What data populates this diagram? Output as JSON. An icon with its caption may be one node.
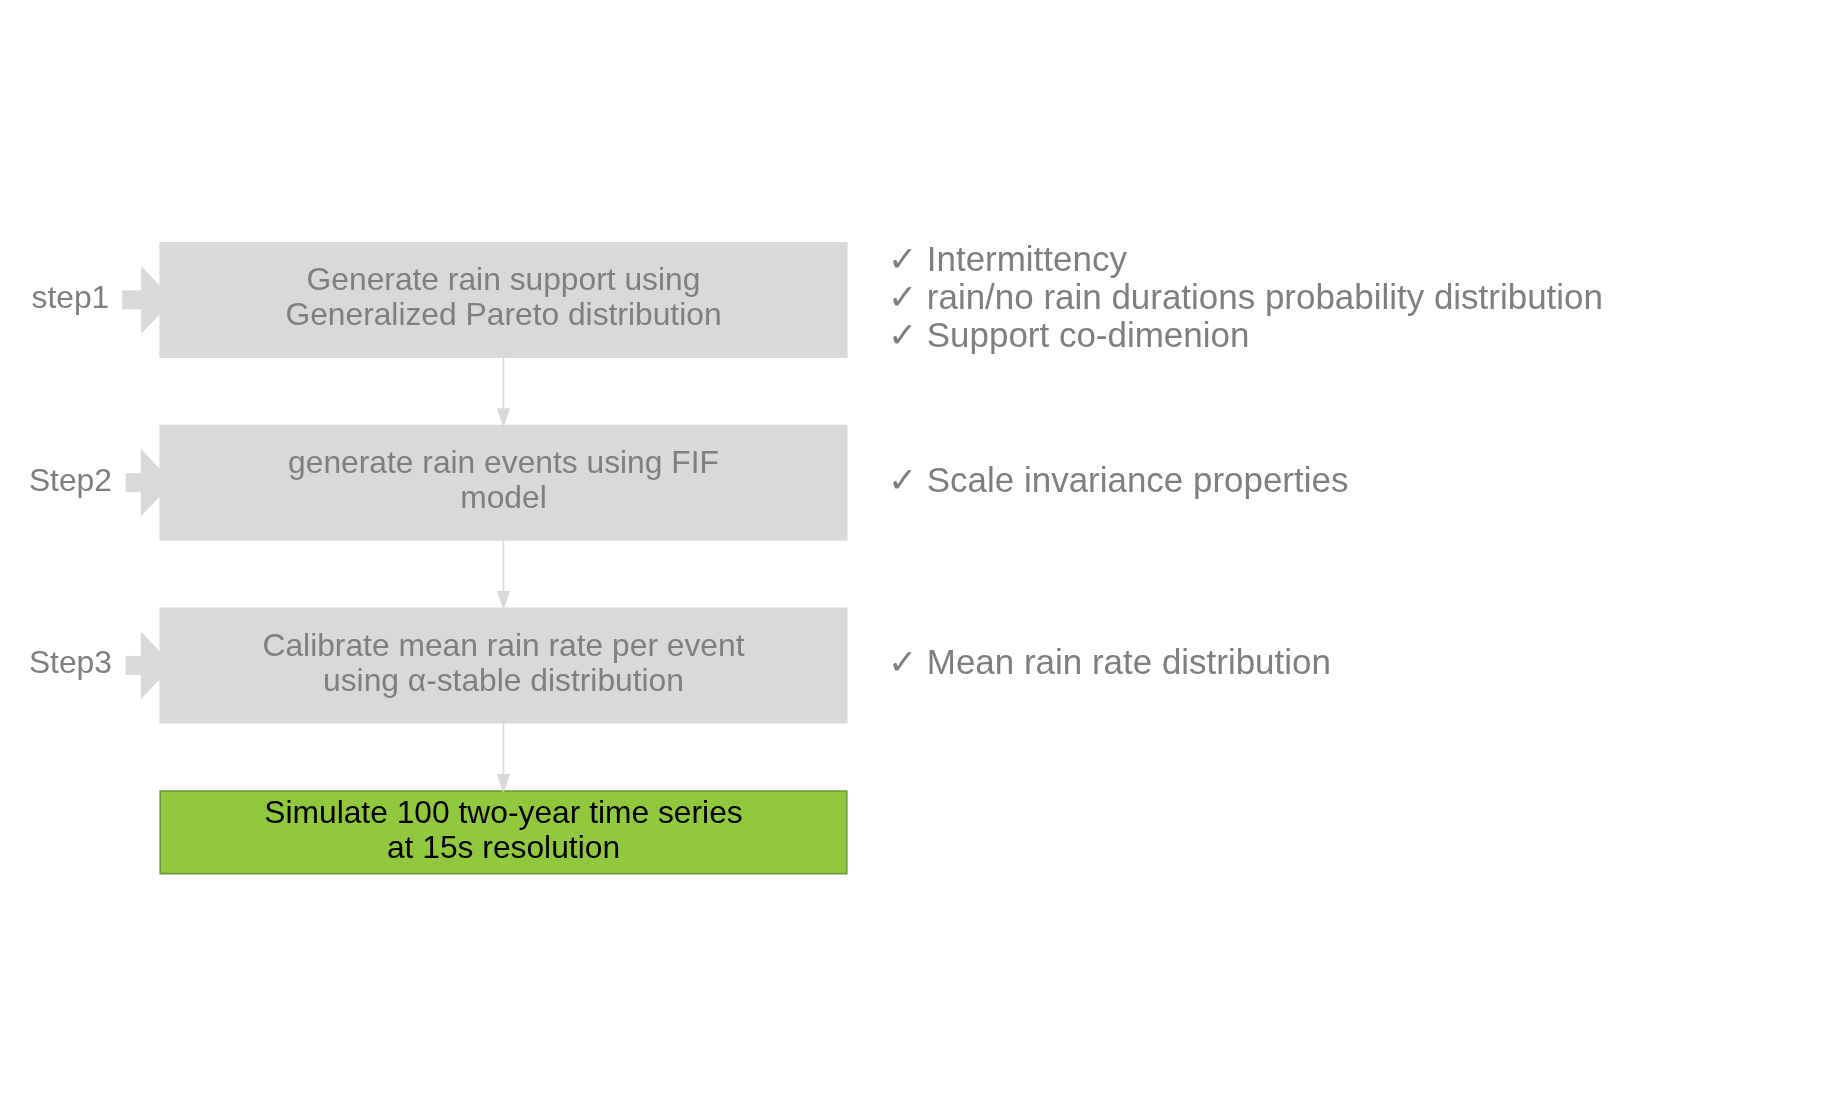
{
  "diagram": {
    "nodes": [
      {
        "text": [
          "step1"
        ]
      },
      {
        "text": [
          "Generate rain support using Generalized Pareto distribution"
        ],
        "beside": [
          "✓ Intermittency",
          "✓ rain/no rain durations probability distribution",
          "✓ Support co-dimenion"
        ]
      },
      {
        "text": [
          "Step2"
        ]
      },
      {
        "text": [
          "generate rain events using FIF model"
        ],
        "beside": [
          "✓ Scale invariance properties"
        ]
      },
      {
        "text": [
          "Step3"
        ]
      },
      {
        "text": [
          "Calibrate mean rain rate per event using α-stable distribution"
        ],
        "beside": [
          "✓ Mean rain rate distribution"
        ]
      },
      {
        "text": [
          "Simulate 100 two-year time series at 15s resolution"
        ]
      }
    ],
    "edges": [
      {
        "from": 0,
        "to": 1,
        "arrow": "to",
        "style": "thick"
      },
      {
        "from": 1,
        "to": 3,
        "arrow": "to"
      },
      {
        "from": 2,
        "to": 3,
        "arrow": "to",
        "style": "thick"
      },
      {
        "from": 3,
        "to": 5,
        "arrow": "to"
      },
      {
        "from": 4,
        "to": 5,
        "arrow": "to",
        "style": "thick"
      },
      {
        "from": 5,
        "to": 6,
        "arrow": "to"
      }
    ]
  }
}
